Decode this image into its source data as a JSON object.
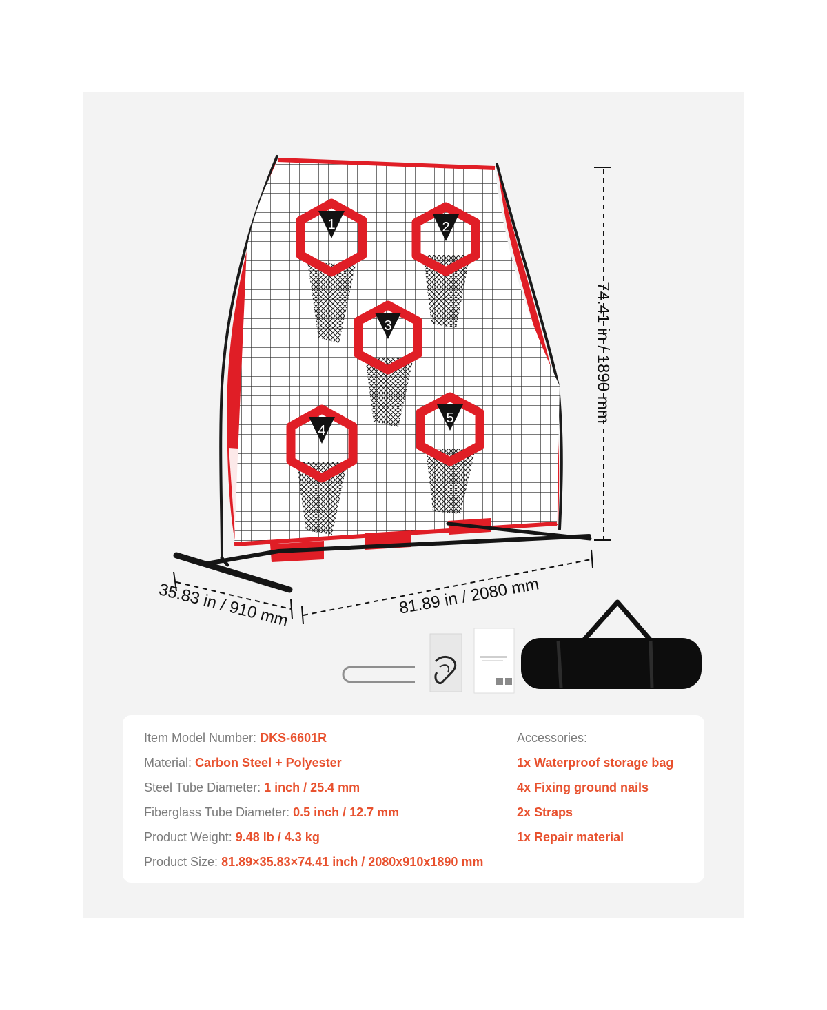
{
  "dimensions": {
    "height": "74.41 in / 1890 mm",
    "width": "81.89 in / 2080 mm",
    "depth": "35.83 in / 910 mm"
  },
  "targets": [
    "1",
    "2",
    "3",
    "4",
    "5"
  ],
  "specs": [
    {
      "label": "Item Model Number:",
      "value": "DKS-6601R"
    },
    {
      "label": "Material:",
      "value": "Carbon Steel + Polyester"
    },
    {
      "label": "Steel Tube Diameter:",
      "value": "1 inch / 25.4 mm"
    },
    {
      "label": "Fiberglass Tube Diameter:",
      "value": "0.5 inch / 12.7 mm"
    },
    {
      "label": "Product Weight:",
      "value": "9.48 lb / 4.3 kg"
    },
    {
      "label": "Product Size:",
      "value": "81.89×35.83×74.41 inch / 2080x910x1890 mm"
    }
  ],
  "accessories": {
    "title": "Accessories:",
    "items": [
      "1x Waterproof storage bag",
      "4x Fixing ground nails",
      "2x Straps",
      "1x Repair material"
    ]
  },
  "colors": {
    "accent": "#e8512e",
    "net_red": "#e01e26",
    "label_gray": "#7b7b7b",
    "panel_bg": "#f3f3f3"
  }
}
